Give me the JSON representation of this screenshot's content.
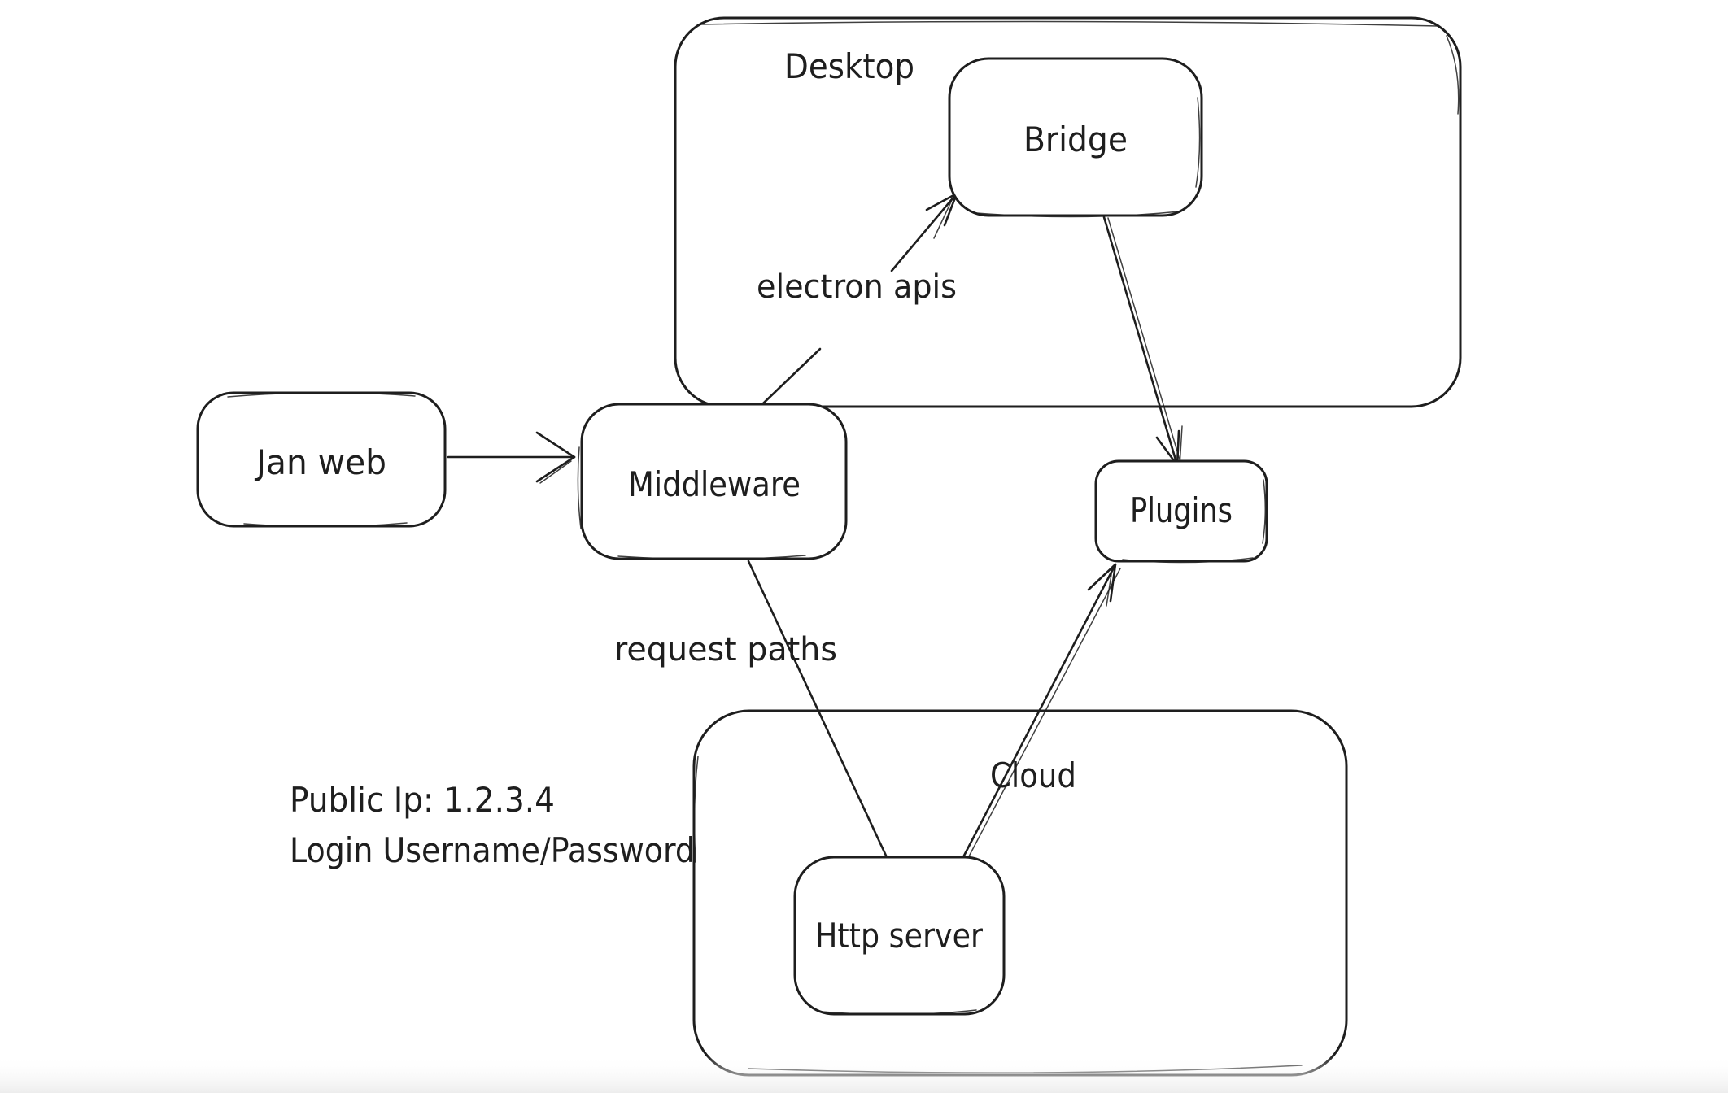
{
  "canvas": {
    "background": "#ffffff",
    "stroke_color": "#1e1e1e"
  },
  "containers": {
    "desktop": {
      "label": "Desktop"
    },
    "cloud": {
      "label": "Cloud"
    }
  },
  "nodes": {
    "janweb": {
      "label": "Jan web"
    },
    "middleware": {
      "label": "Middleware"
    },
    "bridge": {
      "label": "Bridge"
    },
    "plugins": {
      "label": "Plugins"
    },
    "httpserver": {
      "label": "Http server"
    }
  },
  "edges": {
    "janweb_to_middleware": {
      "label": ""
    },
    "middleware_to_bridge": {
      "label": "electron apis"
    },
    "bridge_to_plugins": {
      "label": ""
    },
    "middleware_to_httpserver": {
      "label": "request paths"
    },
    "httpserver_to_plugins": {
      "label": ""
    }
  },
  "annotations": {
    "public_ip": "Public Ip: 1.2.3.4",
    "login": "Login Username/Password"
  }
}
